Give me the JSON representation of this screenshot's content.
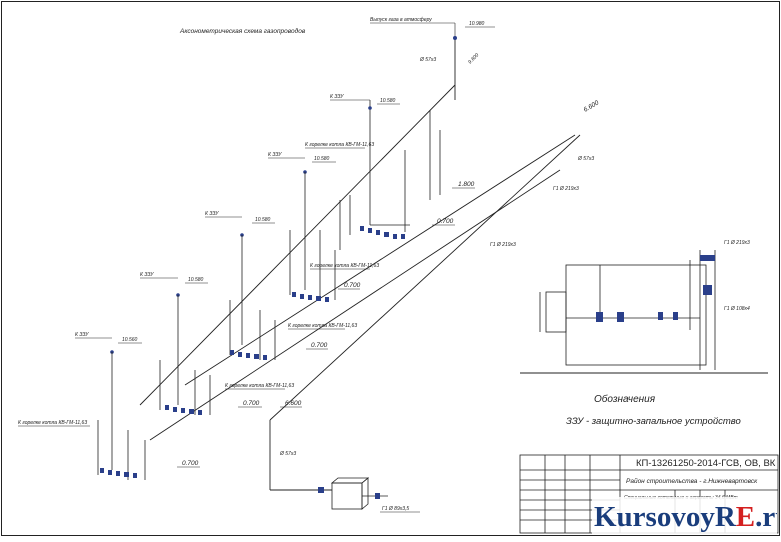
{
  "diagram": {
    "title": "Аксонометрическая схема газопроводов",
    "labels": {
      "exhaust": "Выпуск газа в атмосферу",
      "boiler_kv": "К горелке котла КВ-ГМ-11,63",
      "zzu": "К ЗЗУ",
      "gas_supply": "Г1 Ø 89х3,5",
      "main_pipe": "Г1 Ø 219х3",
      "branch_pipe": "Г1 Ø 108х4",
      "small_pipe": "Ø 57х3"
    },
    "elevations": [
      "10.980",
      "10.580",
      "10.580",
      "10.580",
      "10.580",
      "10.560",
      "6.600",
      "6.600",
      "1.800",
      "0.700",
      "0.700",
      "0.700",
      "0.700",
      "0.700",
      "9.600"
    ]
  },
  "legend": {
    "title": "Обозначения",
    "item": "ЗЗУ - защитно-запальное устройство"
  },
  "title_block": {
    "code": "КП-13261250-2014-ГСВ, ОВ, ВК",
    "region": "Район строительства - г.Нижневартовск",
    "name": "Специальные котельные и агрегаты 34,6 МВт"
  },
  "watermark": {
    "before": "KursovoyR",
    "accent": "E",
    "after": ".ru"
  }
}
